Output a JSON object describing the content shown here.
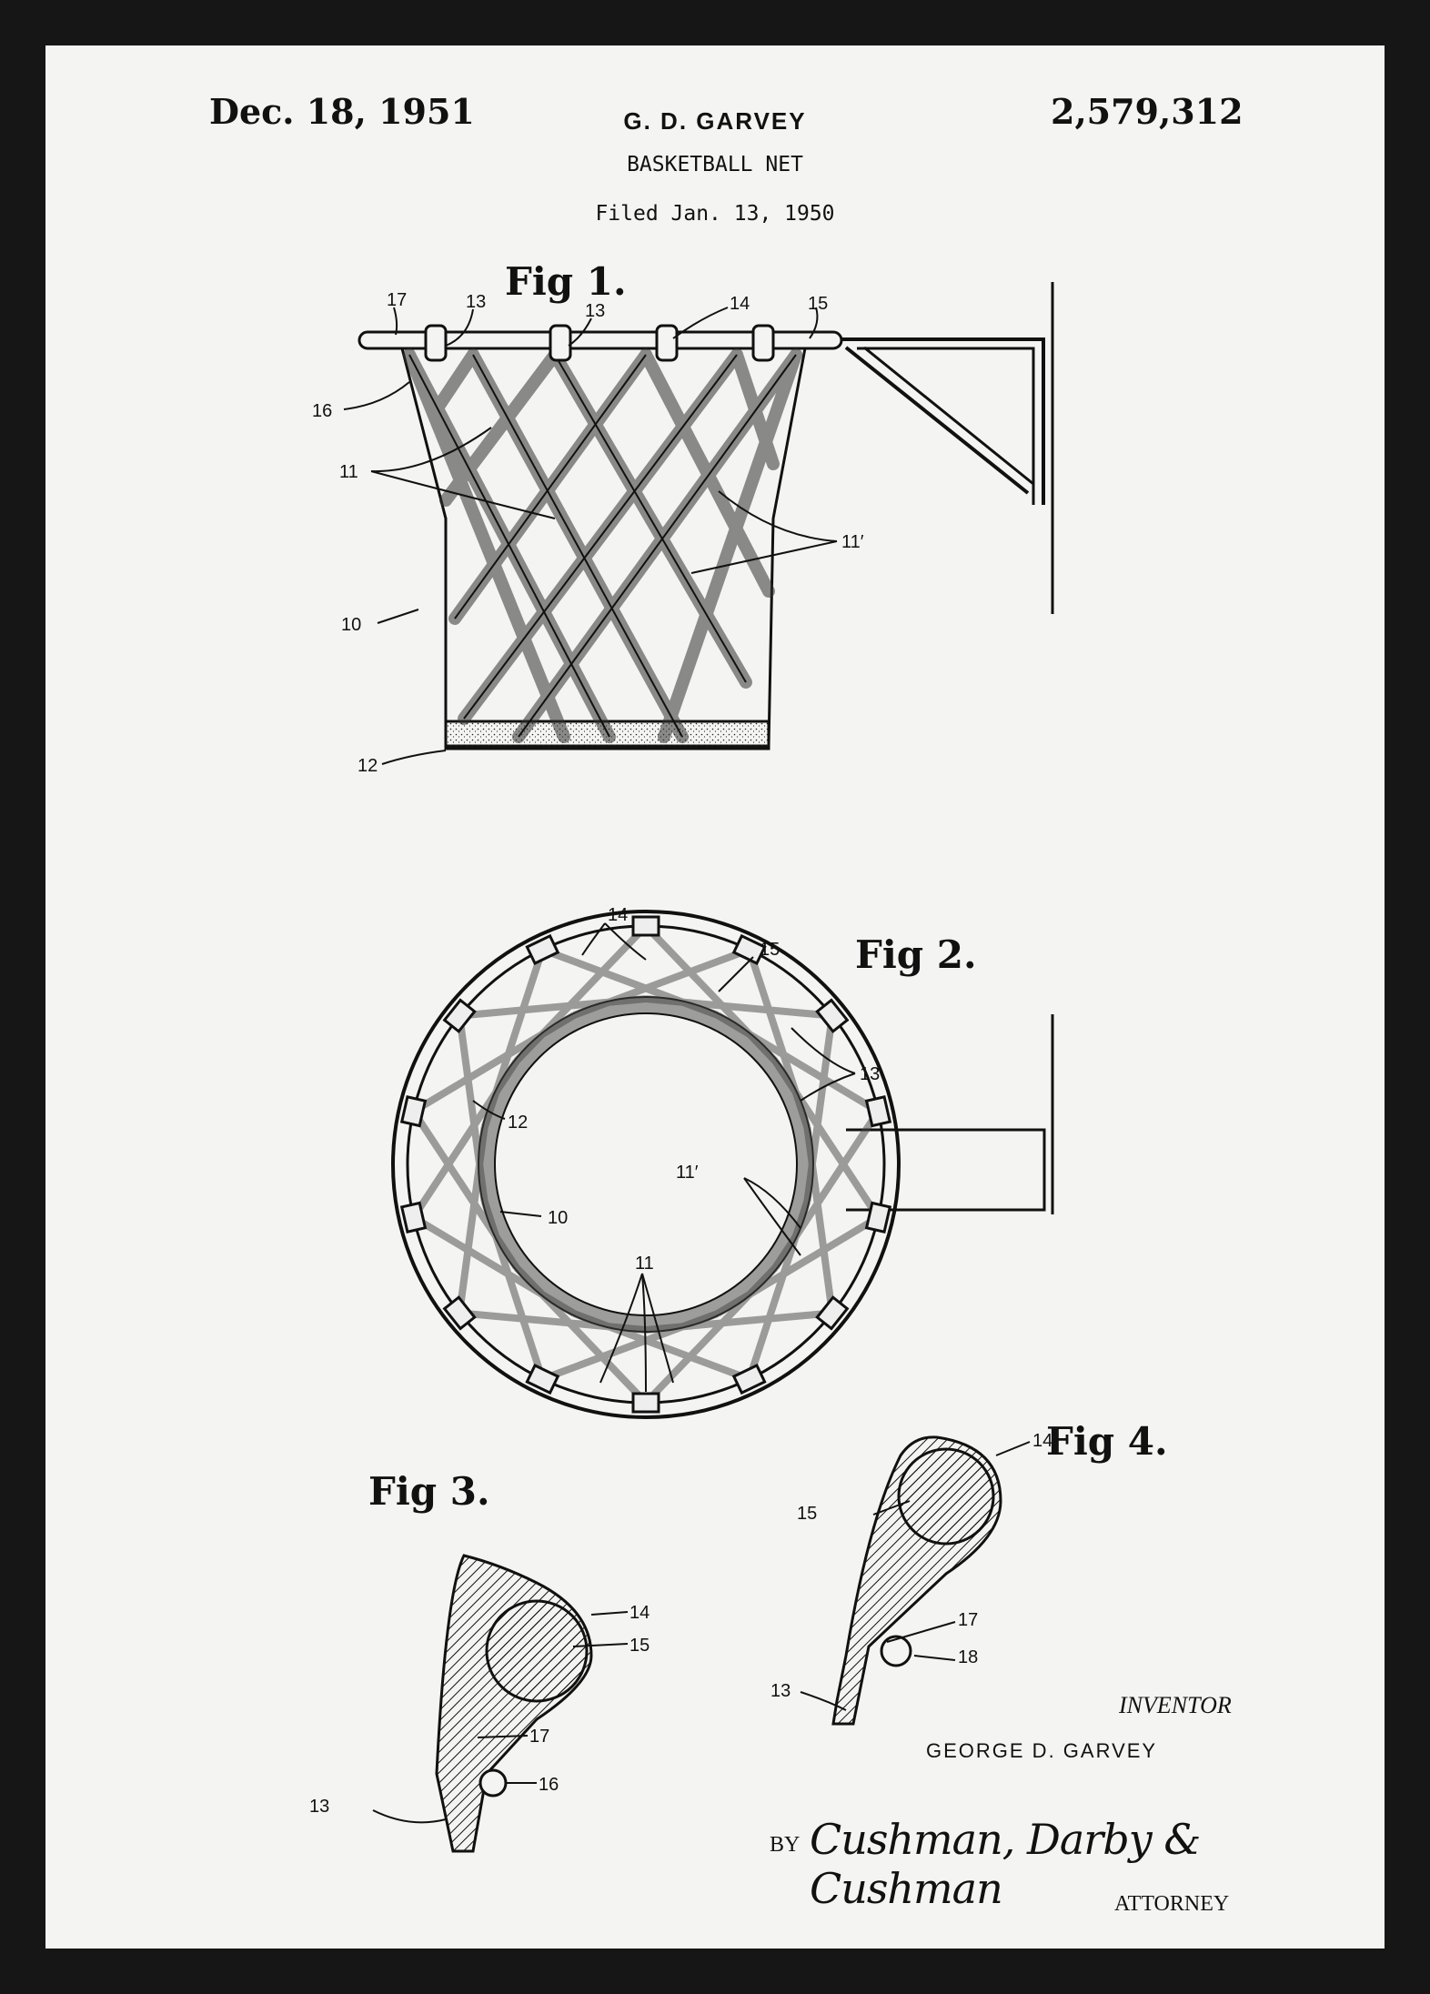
{
  "header": {
    "date": "Dec. 18, 1951",
    "inventor": "G. D. GARVEY",
    "patent_number": "2,579,312",
    "title": "BASKETBALL NET",
    "filed": "Filed Jan. 13, 1950"
  },
  "figures": {
    "fig1": {
      "label": "Fig 1.",
      "refs": {
        "r17": "17",
        "r13a": "13",
        "r13b": "13",
        "r14": "14",
        "r15": "15",
        "r16": "16",
        "r11": "11",
        "r11p": "11′",
        "r10": "10",
        "r12": "12"
      }
    },
    "fig2": {
      "label": "Fig 2.",
      "refs": {
        "r14": "14",
        "r15": "15",
        "r13": "13",
        "r12": "12",
        "r11p": "11′",
        "r10": "10",
        "r11": "11"
      }
    },
    "fig3": {
      "label": "Fig 3.",
      "refs": {
        "r14": "14",
        "r15": "15",
        "r17": "17",
        "r13": "13",
        "r16": "16"
      }
    },
    "fig4": {
      "label": "Fig 4.",
      "refs": {
        "r14": "14",
        "r15": "15",
        "r17": "17",
        "r18": "18",
        "r13": "13"
      }
    }
  },
  "signature": {
    "inventor_label": "INVENTOR",
    "inventor_name": "GEORGE D. GARVEY",
    "by": "BY",
    "attorney_signature": "Cushman, Darby & Cushman",
    "attorney_label": "ATTORNEY"
  },
  "colors": {
    "frame": "#161616",
    "paper": "#f4f4f2",
    "ink": "#111111"
  }
}
